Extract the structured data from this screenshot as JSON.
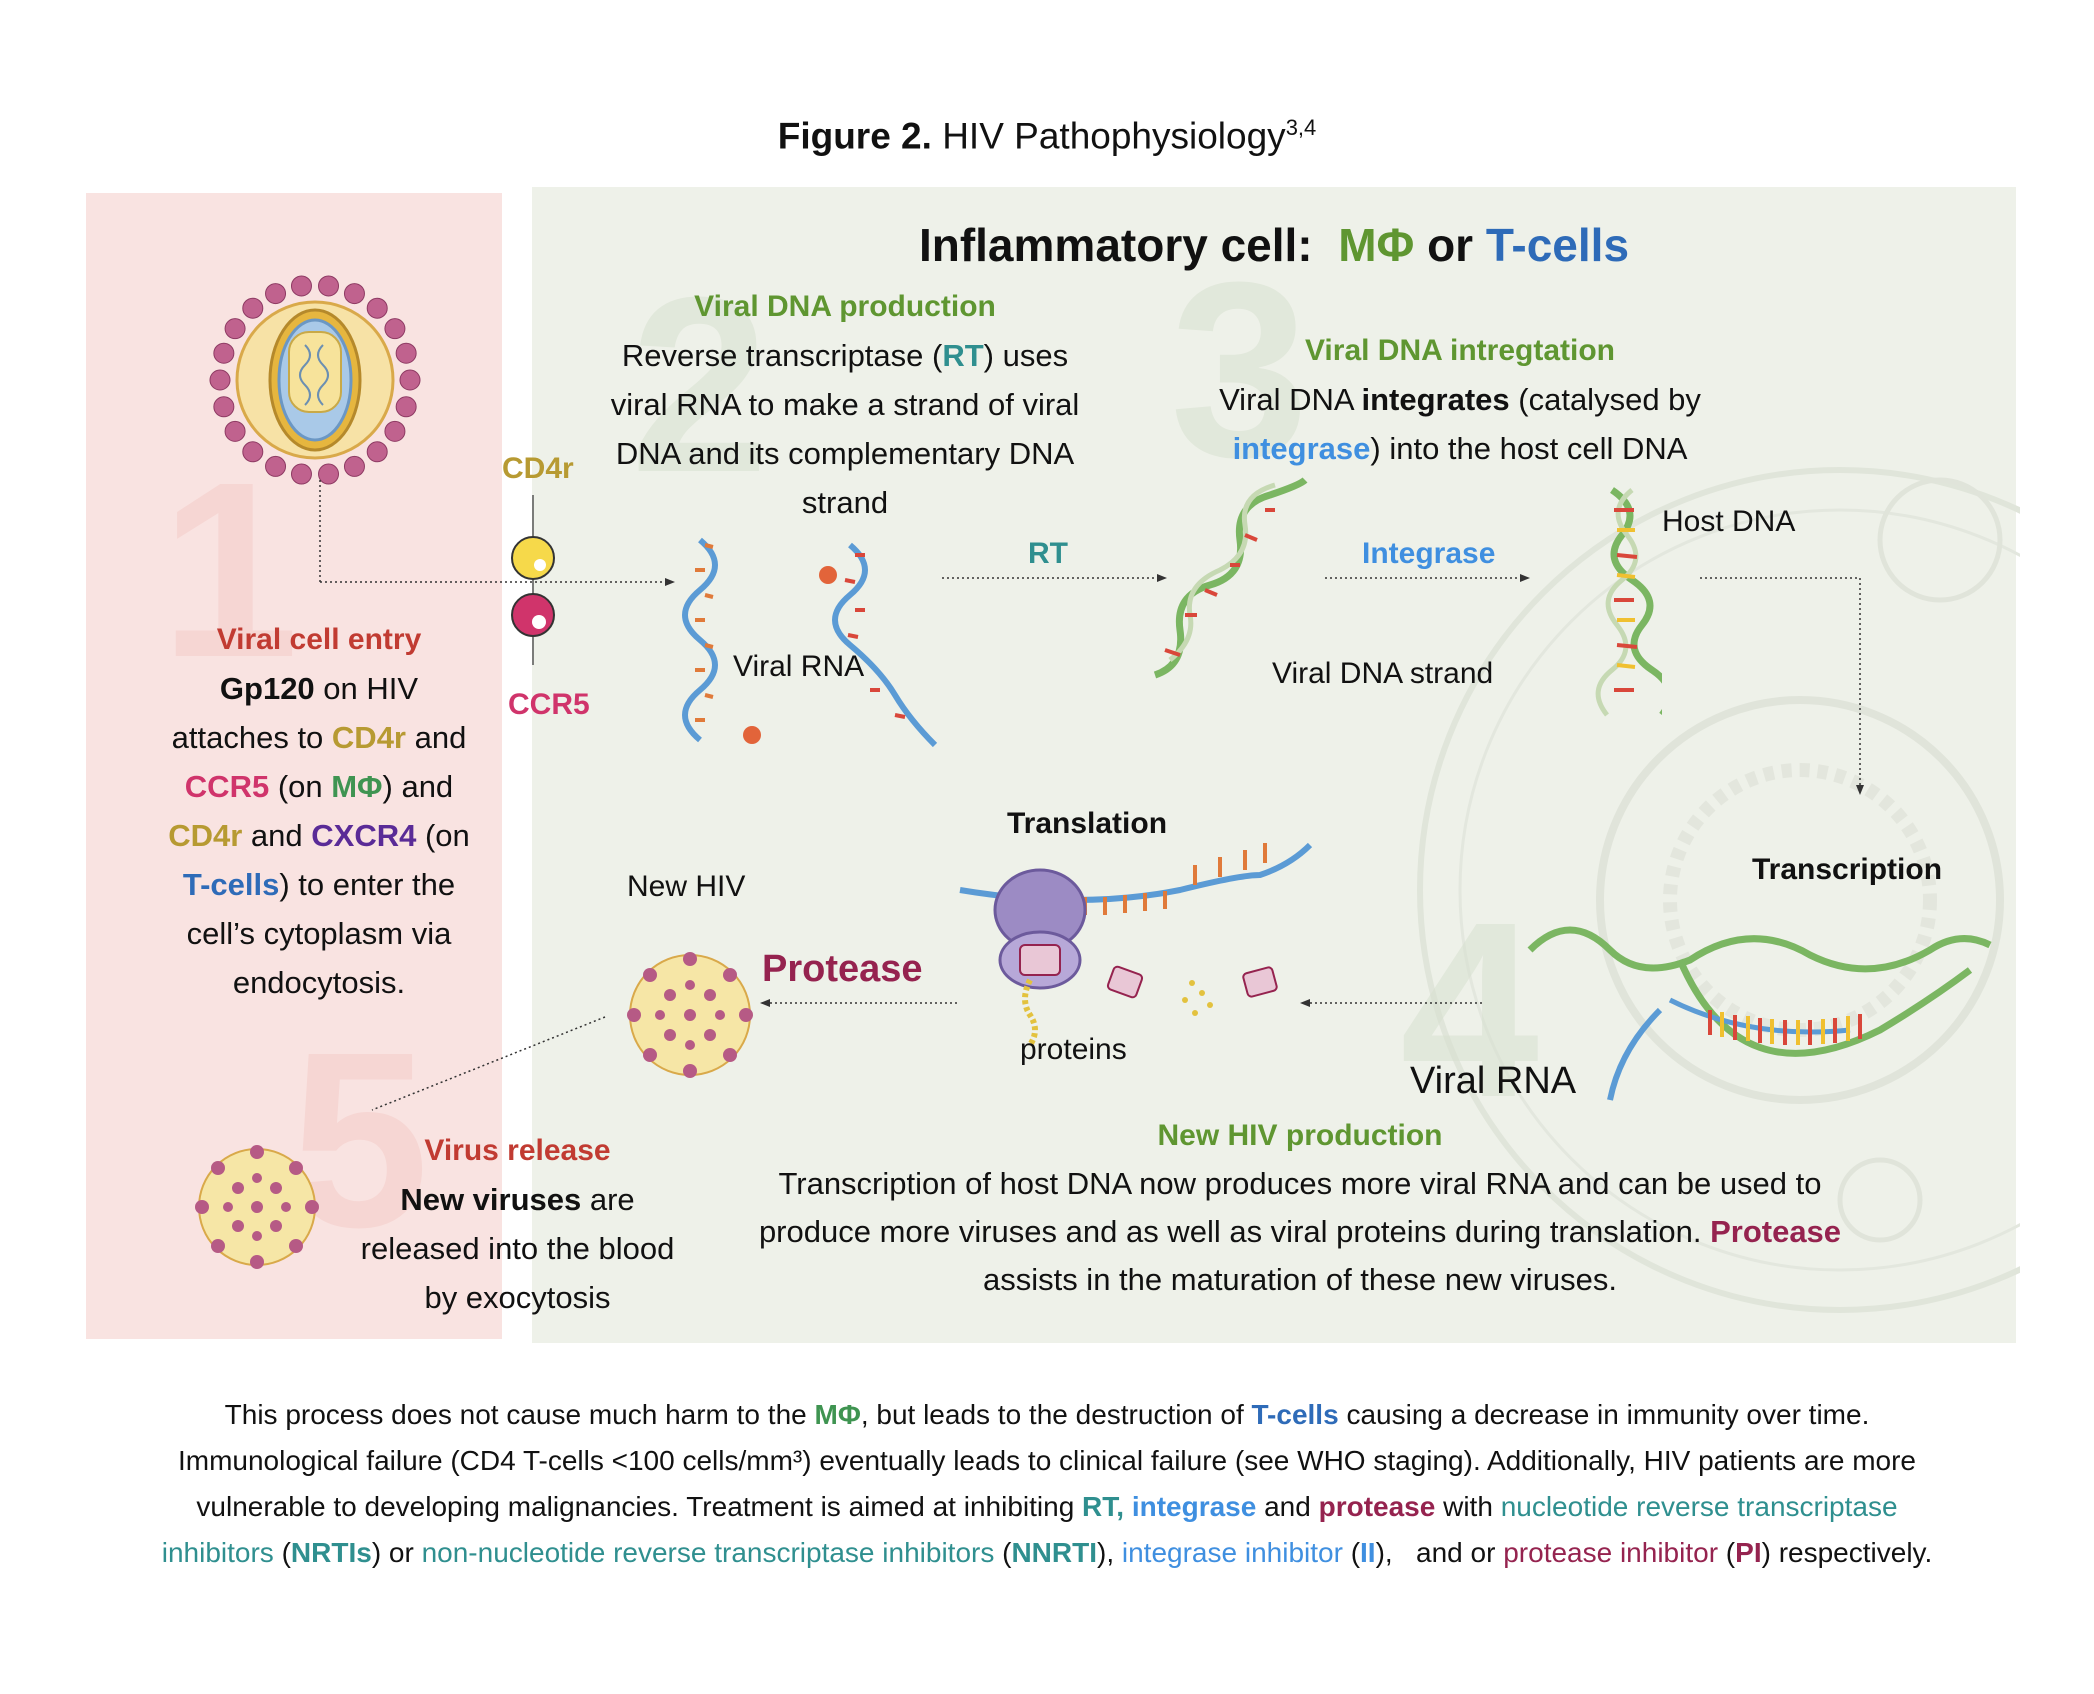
{
  "figure_title": {
    "prefix": "Figure 2.",
    "text": "HIV Pathophysiology",
    "sup": "3,4"
  },
  "panel_title": {
    "prefix": "Inflammatory cell:",
    "mphi": "MΦ",
    "or": "or",
    "tcells": "T-cells"
  },
  "step_numbers": [
    "1",
    "2",
    "3",
    "4",
    "5"
  ],
  "step1": {
    "heading": "Viral cell entry",
    "gp120": "Gp120",
    "t1": " on HIV",
    "t2": "attaches to ",
    "cd4r": "CD4r",
    "t3": " and",
    "ccr5": "CCR5",
    "t4": " (on ",
    "mphi": "MΦ",
    "t5": ") and",
    "cd4r2": "CD4r",
    "t6": " and ",
    "cxcr4": "CXCR4",
    "t7": " (on",
    "tcells": "T-cells",
    "t8": ") to enter the",
    "t9": "cell’s cytoplasm via",
    "t10": "endocytosis."
  },
  "receptor_labels": {
    "cd4r": "CD4r",
    "ccr5": "CCR5"
  },
  "step2": {
    "heading": "Viral DNA production",
    "t1": "Reverse transcriptase (",
    "rt": "RT",
    "t2": ") uses",
    "t3": "viral RNA to make a strand of viral",
    "t4": "DNA and its complementary DNA",
    "t5": "strand",
    "viral_rna_label": "Viral RNA",
    "rt_arrow_label": "RT"
  },
  "step3": {
    "heading": "Viral DNA intregtation",
    "t1": "Viral DNA ",
    "integrates": "integrates",
    "t2": " (catalysed by",
    "integrase": "integrase",
    "t3": ") into the host cell DNA",
    "integrase_arrow_label": "Integrase",
    "viral_dna_label": "Viral DNA strand",
    "host_dna_label": "Host DNA"
  },
  "step4": {
    "transcription_label": "Transcription",
    "viral_rna_label": "Viral RNA",
    "translation_label": "Translation",
    "proteins_label": "proteins",
    "protease_label": "Protease",
    "new_hiv_label": "New HIV",
    "heading": "New HIV production",
    "t1": "Transcription of host DNA now produces more viral RNA and can be used to",
    "t2": "produce more viruses and as well as viral proteins during translation. ",
    "protease": "Protease",
    "t3": "assists in the maturation of these new viruses."
  },
  "step5": {
    "heading": "Virus release",
    "new_viruses": "New viruses",
    "t1": " are",
    "t2": "released into the blood",
    "t3": "by exocytosis"
  },
  "bottom_note": {
    "l1a": "This process does not cause much harm to the ",
    "mphi": "MΦ",
    "l1b": ", but leads to the destruction of ",
    "tcells": "T-cells",
    "l1c": " causing a decrease in immunity over time.",
    "l2": "Immunological failure (CD4 T-cells <100 cells/mm³) eventually leads to clinical failure (see WHO staging). Additionally, HIV patients are more",
    "l3a": "vulnerable to developing malignancies. Treatment is aimed at inhibiting ",
    "rt": "RT,",
    "integrase": "integrase",
    "l3b": " and ",
    "protease": "protease",
    "l3c": " with ",
    "nrti_text": "nucleotide reverse transcriptase",
    "l4a": "inhibitors",
    "l4b": " (",
    "nrtis": "NRTIs",
    "l4c": ") or ",
    "nnrti_text": "non-nucleotide reverse transcriptase inhibitors",
    "l4d": " (",
    "nnrti": "NNRTI",
    "l4e": "), ",
    "ii_text": "integrase inhibitor",
    "l4f": " (",
    "ii": "II",
    "l4g": "),   and or ",
    "pi_text": "protease inhibitor",
    "l4h": " (",
    "pi": "PI",
    "l4i": ") respectively."
  },
  "colors": {
    "left_panel": "#f9e3e1",
    "right_panel": "#eef1e9",
    "heading_green": "#5f9631",
    "heading_red": "#c13b32",
    "mphi_green": "#3f9451",
    "tcell_blue": "#2e6bb8",
    "cd4r_gold": "#b79a32",
    "ccr5_pink": "#d0346b",
    "cxcr4_purple": "#5a2b97",
    "rt_teal": "#2f8f8f",
    "integrase_blue": "#3f8fe0",
    "protease_maroon": "#95234f"
  }
}
